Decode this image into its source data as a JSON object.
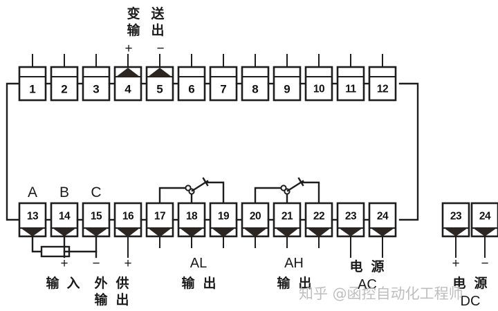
{
  "diagram": {
    "title_top": {
      "chars": [
        "变",
        "送",
        "输",
        "出"
      ],
      "text": "变送输出"
    },
    "watermark": "知乎 @函控自动化工程师",
    "top_row": {
      "terminals": [
        {
          "id": "1",
          "label": "1",
          "marker": "stub"
        },
        {
          "id": "2",
          "label": "2",
          "marker": "stub"
        },
        {
          "id": "3",
          "label": "3",
          "marker": "stub"
        },
        {
          "id": "4",
          "label": "4",
          "marker": "arrow-down",
          "sign": "+"
        },
        {
          "id": "5",
          "label": "5",
          "marker": "arrow-down",
          "sign": "−"
        },
        {
          "id": "6",
          "label": "6",
          "marker": "stub"
        },
        {
          "id": "7",
          "label": "7",
          "marker": "stub"
        },
        {
          "id": "8",
          "label": "8",
          "marker": "stub"
        },
        {
          "id": "9",
          "label": "9",
          "marker": "stub"
        },
        {
          "id": "10",
          "label": "10",
          "marker": "stub"
        },
        {
          "id": "11",
          "label": "11",
          "marker": "stub"
        },
        {
          "id": "12",
          "label": "12",
          "marker": "stub"
        }
      ]
    },
    "bottom_row": {
      "terminals": [
        {
          "id": "13",
          "label": "13",
          "marker": "arrow-up",
          "top_letter": "A"
        },
        {
          "id": "14",
          "label": "14",
          "marker": "arrow-up",
          "top_letter": "B",
          "sign": "+"
        },
        {
          "id": "15",
          "label": "15",
          "marker": "arrow-up",
          "top_letter": "C",
          "sign": "−"
        },
        {
          "id": "16",
          "label": "16",
          "marker": "arrow-down",
          "sign": "+"
        },
        {
          "id": "17",
          "label": "17",
          "marker": "arrow-down"
        },
        {
          "id": "18",
          "label": "18",
          "marker": "arrow-down"
        },
        {
          "id": "19",
          "label": "19",
          "marker": "arrow-down"
        },
        {
          "id": "20",
          "label": "20",
          "marker": "arrow-down"
        },
        {
          "id": "21",
          "label": "21",
          "marker": "arrow-down"
        },
        {
          "id": "22",
          "label": "22",
          "marker": "arrow-down"
        },
        {
          "id": "23",
          "label": "23",
          "marker": "arrow-up"
        },
        {
          "id": "24",
          "label": "24",
          "marker": "arrow-up"
        }
      ]
    },
    "dc_row": {
      "terminals": [
        {
          "id": "23dc",
          "label": "23",
          "marker": "arrow-up",
          "sign": "+"
        },
        {
          "id": "24dc",
          "label": "24",
          "marker": "arrow-up",
          "sign": "−"
        }
      ]
    },
    "labels": {
      "input": {
        "text": "输入",
        "chars": [
          "输",
          "入"
        ]
      },
      "ext_supply": {
        "line1": "外供",
        "line2": "输出",
        "chars1": [
          "外",
          "供"
        ],
        "chars2": [
          "输",
          "出"
        ]
      },
      "al": {
        "latin": "AL",
        "line2": "输出",
        "chars2": [
          "输",
          "出"
        ]
      },
      "ah": {
        "latin": "AH",
        "line2": "输出",
        "chars2": [
          "输",
          "出"
        ]
      },
      "power_ac": {
        "line1": "电源",
        "line2": "AC",
        "chars1": [
          "电",
          "源"
        ]
      },
      "power_dc": {
        "line1": "电源",
        "line2": "DC",
        "chars1": [
          "电",
          "源"
        ]
      }
    },
    "components": {
      "resistor": "resistor-13-14",
      "relay_al": {
        "common": "18",
        "nc": "17",
        "no": "19"
      },
      "relay_ah": {
        "common": "21",
        "nc": "20",
        "no": "22"
      }
    },
    "colors": {
      "line": "#1d1d1d",
      "fill": "#ffffff",
      "arrow": "#2b2622",
      "watermark": "#b9b9b9"
    }
  }
}
